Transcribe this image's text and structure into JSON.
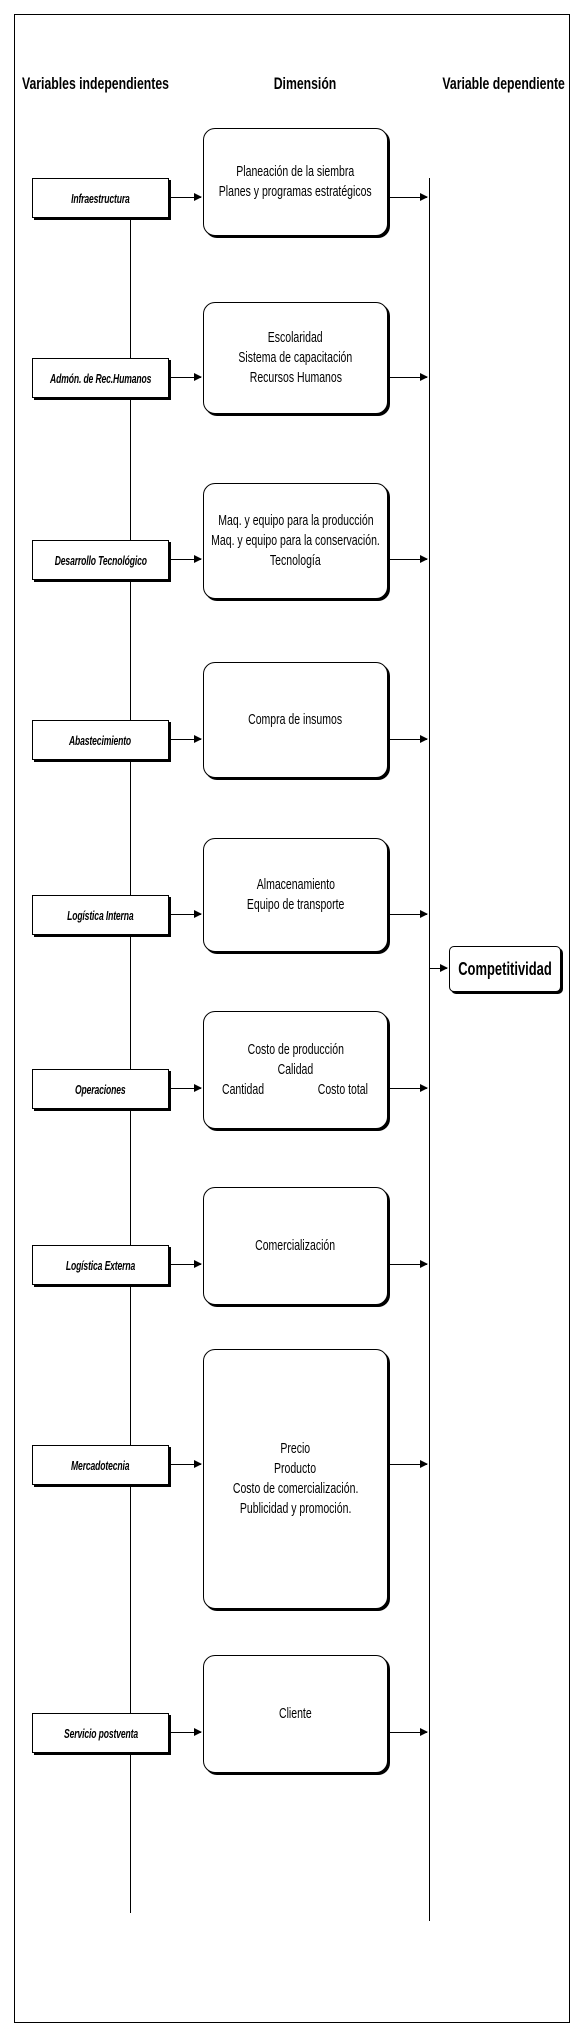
{
  "headers": {
    "independent": "Variables independientes",
    "dimension": "Dimensión",
    "dependent": "Variable dependiente"
  },
  "rows": [
    {
      "variable": "Infraestructura",
      "dimension_lines": [
        "Planeación de la siembra",
        "Planes y programas estratégicos"
      ]
    },
    {
      "variable": "Admón. de Rec.Humanos",
      "dimension_lines": [
        "Escolaridad",
        "Sistema de capacitación",
        "Recursos Humanos"
      ]
    },
    {
      "variable": "Desarrollo Tecnológico",
      "dimension_lines": [
        "Maq. y equipo para la producción",
        "Maq. y equipo para la conservación.",
        "Tecnología"
      ]
    },
    {
      "variable": "Abastecimiento",
      "dimension_lines": [
        "Compra de insumos"
      ]
    },
    {
      "variable": "Logística Interna",
      "dimension_lines": [
        "Almacenamiento",
        "Equipo de transporte"
      ]
    },
    {
      "variable": "Operaciones",
      "dimension_lines": [
        "Costo de producción",
        "Calidad"
      ],
      "dimension_pair": [
        "Cantidad",
        "Costo total"
      ]
    },
    {
      "variable": "Logística Externa",
      "dimension_lines": [
        "Comercialización"
      ]
    },
    {
      "variable": "Mercadotecnia",
      "dimension_lines": [
        "Precio",
        "Producto",
        "Costo de comercialización.",
        "Publicidad y promoción."
      ]
    },
    {
      "variable": "Servicio postventa",
      "dimension_lines": [
        "Cliente"
      ]
    }
  ],
  "result": "Competitividad"
}
